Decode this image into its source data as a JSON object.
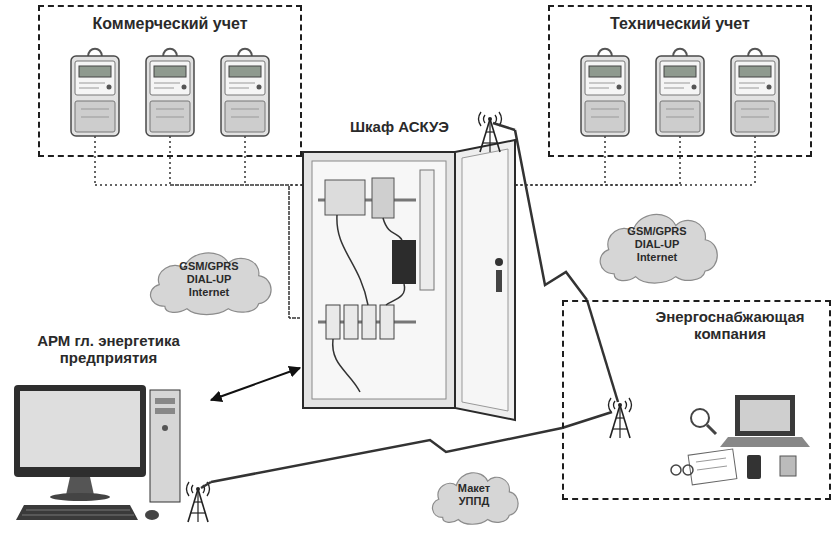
{
  "diagram": {
    "nodes": [
      {
        "text": [
          "Коммерческий учет"
        ]
      },
      {
        "text": [
          "Технический учет"
        ]
      },
      {
        "text": [
          "Шкаф АСКУЭ"
        ]
      },
      {
        "text": [
          "GSM/GPRS DIAL-UP Internet"
        ]
      },
      {
        "text": [
          "GSM/GPRS DIAL-UP Internet"
        ]
      },
      {
        "text": [
          "АРМ гл. энергетика предприятия"
        ]
      },
      {
        "text": [
          "Энергоснабжающая компания"
        ]
      },
      {
        "text": [
          "Макет УППД"
        ]
      }
    ],
    "edges": [
      {
        "from": 0,
        "to": 2,
        "arrow": "none"
      },
      {
        "from": 1,
        "to": 2,
        "arrow": "none"
      },
      {
        "from": 5,
        "to": 2,
        "arrow": "both"
      },
      {
        "from": 2,
        "to": 6,
        "arrow": "none"
      },
      {
        "from": 5,
        "to": 6,
        "arrow": "none"
      }
    ]
  }
}
